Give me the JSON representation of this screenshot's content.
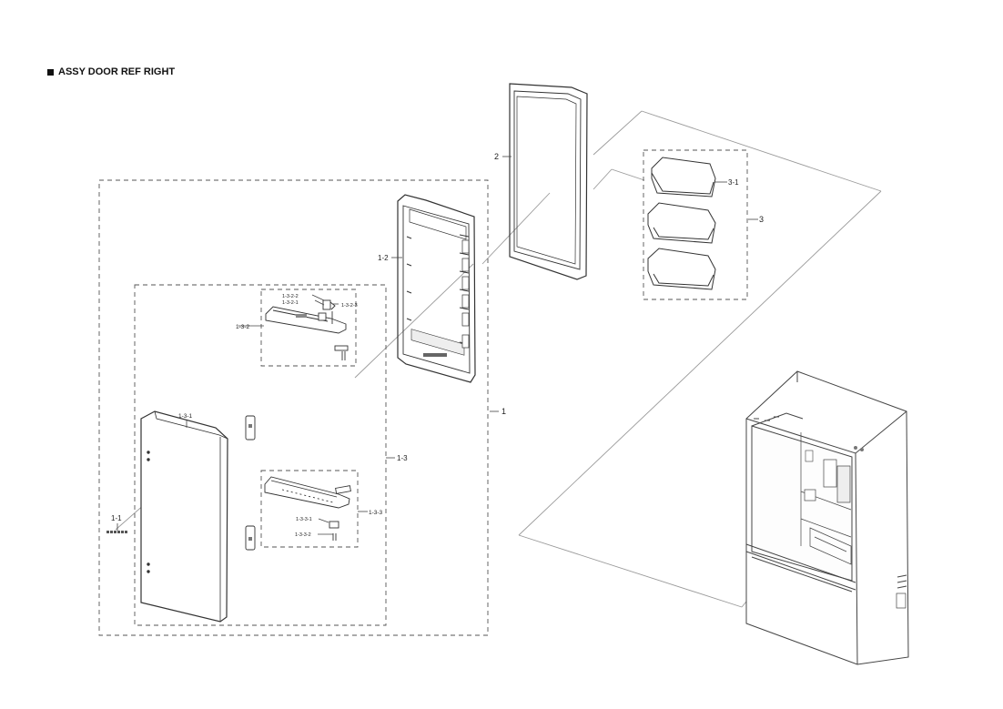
{
  "diagram": {
    "title": "ASSY DOOR REF RIGHT",
    "labels": {
      "p1": "1",
      "p1_1": "1-1",
      "p1_2": "1-2",
      "p1_3": "1-3",
      "p1_3_1": "1-3-1",
      "p1_3_2": "1-3-2",
      "p1_3_2_1": "1-3-2-1",
      "p1_3_2_2": "1-3-2-2",
      "p1_3_2_3": "1-3-2-3",
      "p1_3_3": "1-3-3",
      "p1_3_3_1": "1-3-3-1",
      "p1_3_3_2": "1-3-3-2",
      "p2": "2",
      "p3": "3",
      "p3_1": "3-1"
    },
    "colors": {
      "line": "#444444",
      "dash": "#555555",
      "guide": "#9a9a9a",
      "title": "#111111"
    }
  }
}
